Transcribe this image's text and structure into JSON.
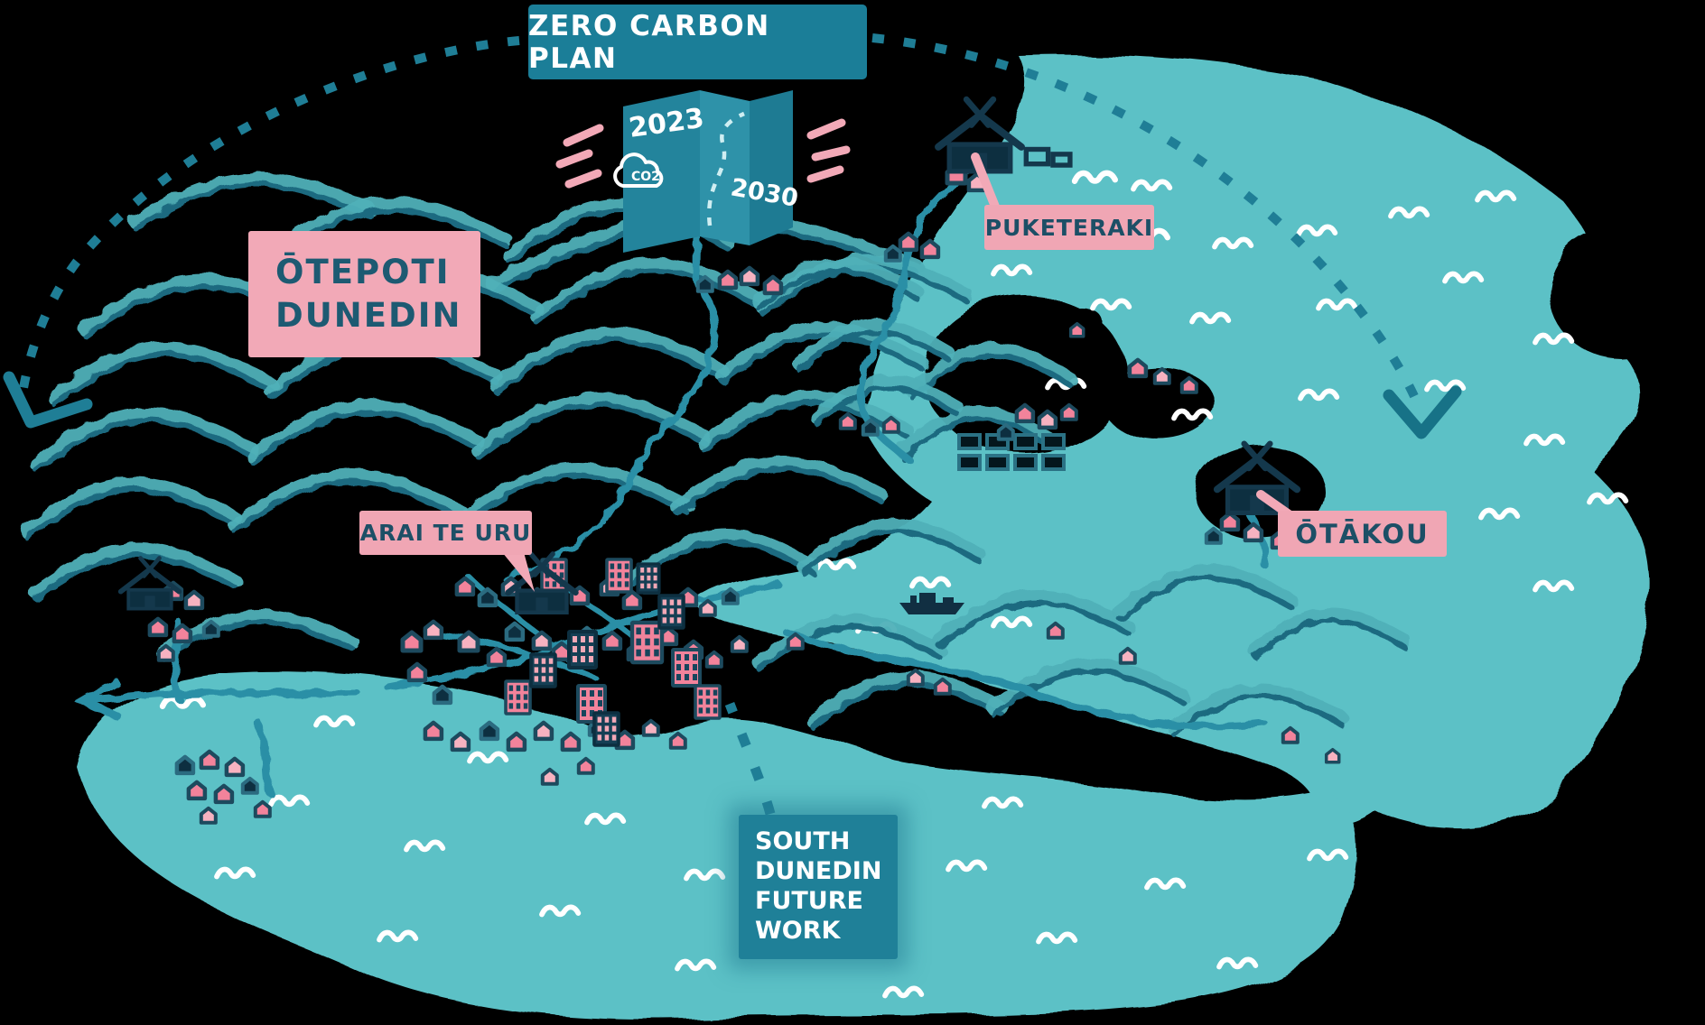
{
  "banner": {
    "label": "ZERO CARBON PLAN",
    "bg": "#1b7e98",
    "text_color": "#ffffff"
  },
  "plan_map": {
    "year_start": "2023",
    "year_end": "2030",
    "co2_label": "CO2"
  },
  "place_labels": {
    "otepoti": {
      "lines": [
        "ŌTEPOTI",
        "DUNEDIN"
      ],
      "bg": "#f2a9b7",
      "text_color": "#1d5a72"
    },
    "puketeraki": {
      "label": "PUKETERAKI",
      "bg": "#f0a6b4",
      "text_color": "#1c4f66"
    },
    "arai_te_uru": {
      "label": "ARAI TE URU",
      "bg": "#f0a6b4",
      "text_color": "#1c4f66"
    },
    "otakou": {
      "label": "ŌTĀKOU",
      "bg": "#f0a6b4",
      "text_color": "#1c4f66"
    }
  },
  "callouts": {
    "south_dunedin": {
      "lines": [
        "SOUTH",
        "DUNEDIN",
        "FUTURE",
        "WORK"
      ],
      "bg": "#1f8098",
      "text_color": "#ffffff"
    }
  },
  "icons": [
    "folded-map-icon",
    "co2-cloud-icon",
    "marae-icon",
    "house-icon",
    "building-icon",
    "boat-icon",
    "wave-icon",
    "arrow-down-icon",
    "arrow-left-icon",
    "dotted-arc",
    "causeway-grid"
  ],
  "colors": {
    "background": "#000000",
    "water": "#5cc1c6",
    "hill_texture": "#4fb0b8",
    "hill_line": "#1c6a80",
    "banner_teal": "#1b7e98",
    "callout_teal": "#1f8098",
    "dotted_arc_teal": "#1f7e96",
    "icon_navy": "#14384c",
    "pink_label": "#f0a6b4",
    "pink_house": "#f2839b",
    "pink_light": "#f7b2c0",
    "label_text_dark": "#1d5a72",
    "wave_white": "#ffffff"
  }
}
